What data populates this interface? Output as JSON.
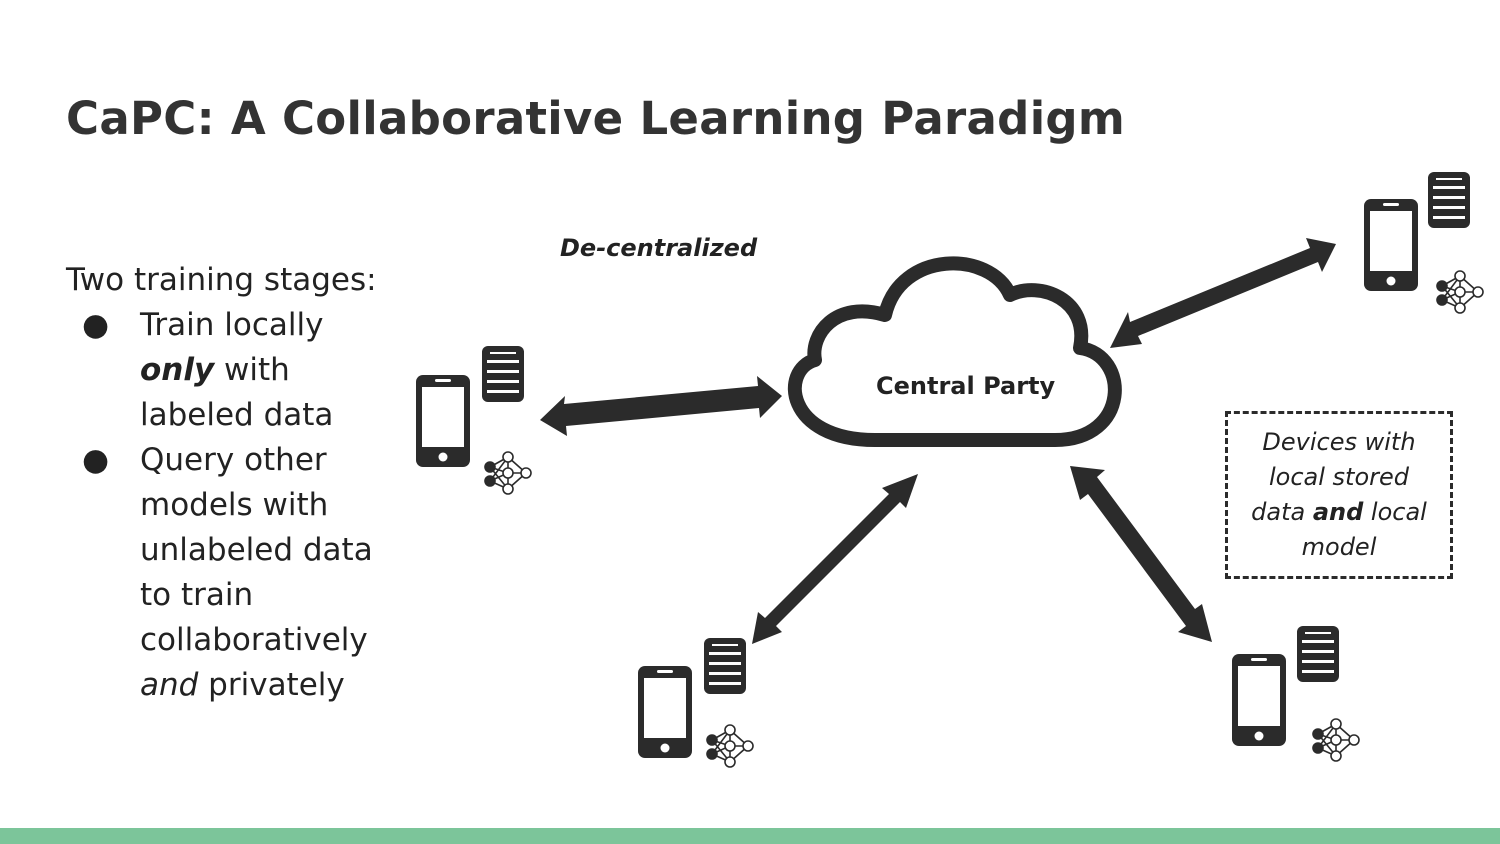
{
  "slide": {
    "title": "CaPC: A Collaborative Learning Paradigm",
    "stages_heading": "Two training stages:",
    "bullets": [
      {
        "lines": [
          [
            {
              "text": "Train locally",
              "style": "normal"
            }
          ],
          [
            {
              "text": "only",
              "style": "bold-italic"
            },
            {
              "text": " with",
              "style": "normal"
            }
          ],
          [
            {
              "text": "labeled data",
              "style": "normal"
            }
          ]
        ]
      },
      {
        "lines": [
          [
            {
              "text": "Query other",
              "style": "normal"
            }
          ],
          [
            {
              "text": "models with",
              "style": "normal"
            }
          ],
          [
            {
              "text": "unlabeled data",
              "style": "normal"
            }
          ],
          [
            {
              "text": "to train",
              "style": "normal"
            }
          ],
          [
            {
              "text": "collaboratively",
              "style": "normal"
            }
          ],
          [
            {
              "text": "and",
              "style": "italic"
            },
            {
              "text": " privately",
              "style": "normal"
            }
          ]
        ]
      }
    ],
    "bullet_symbol": "●"
  },
  "diagram": {
    "decentralized_label": "De-centralized",
    "central_label": "Central Party",
    "legend": {
      "line1": "Devices with",
      "line2": "local stored",
      "line3_a": "data ",
      "line3_b": "and",
      "line3_c": " local",
      "line4": "model"
    },
    "device_icons": [
      "phone-icon",
      "database-icon",
      "neural-network-icon"
    ]
  },
  "colors": {
    "title": "#333333",
    "ink": "#2b2b2b",
    "footer_bar": "#7cc59a"
  }
}
